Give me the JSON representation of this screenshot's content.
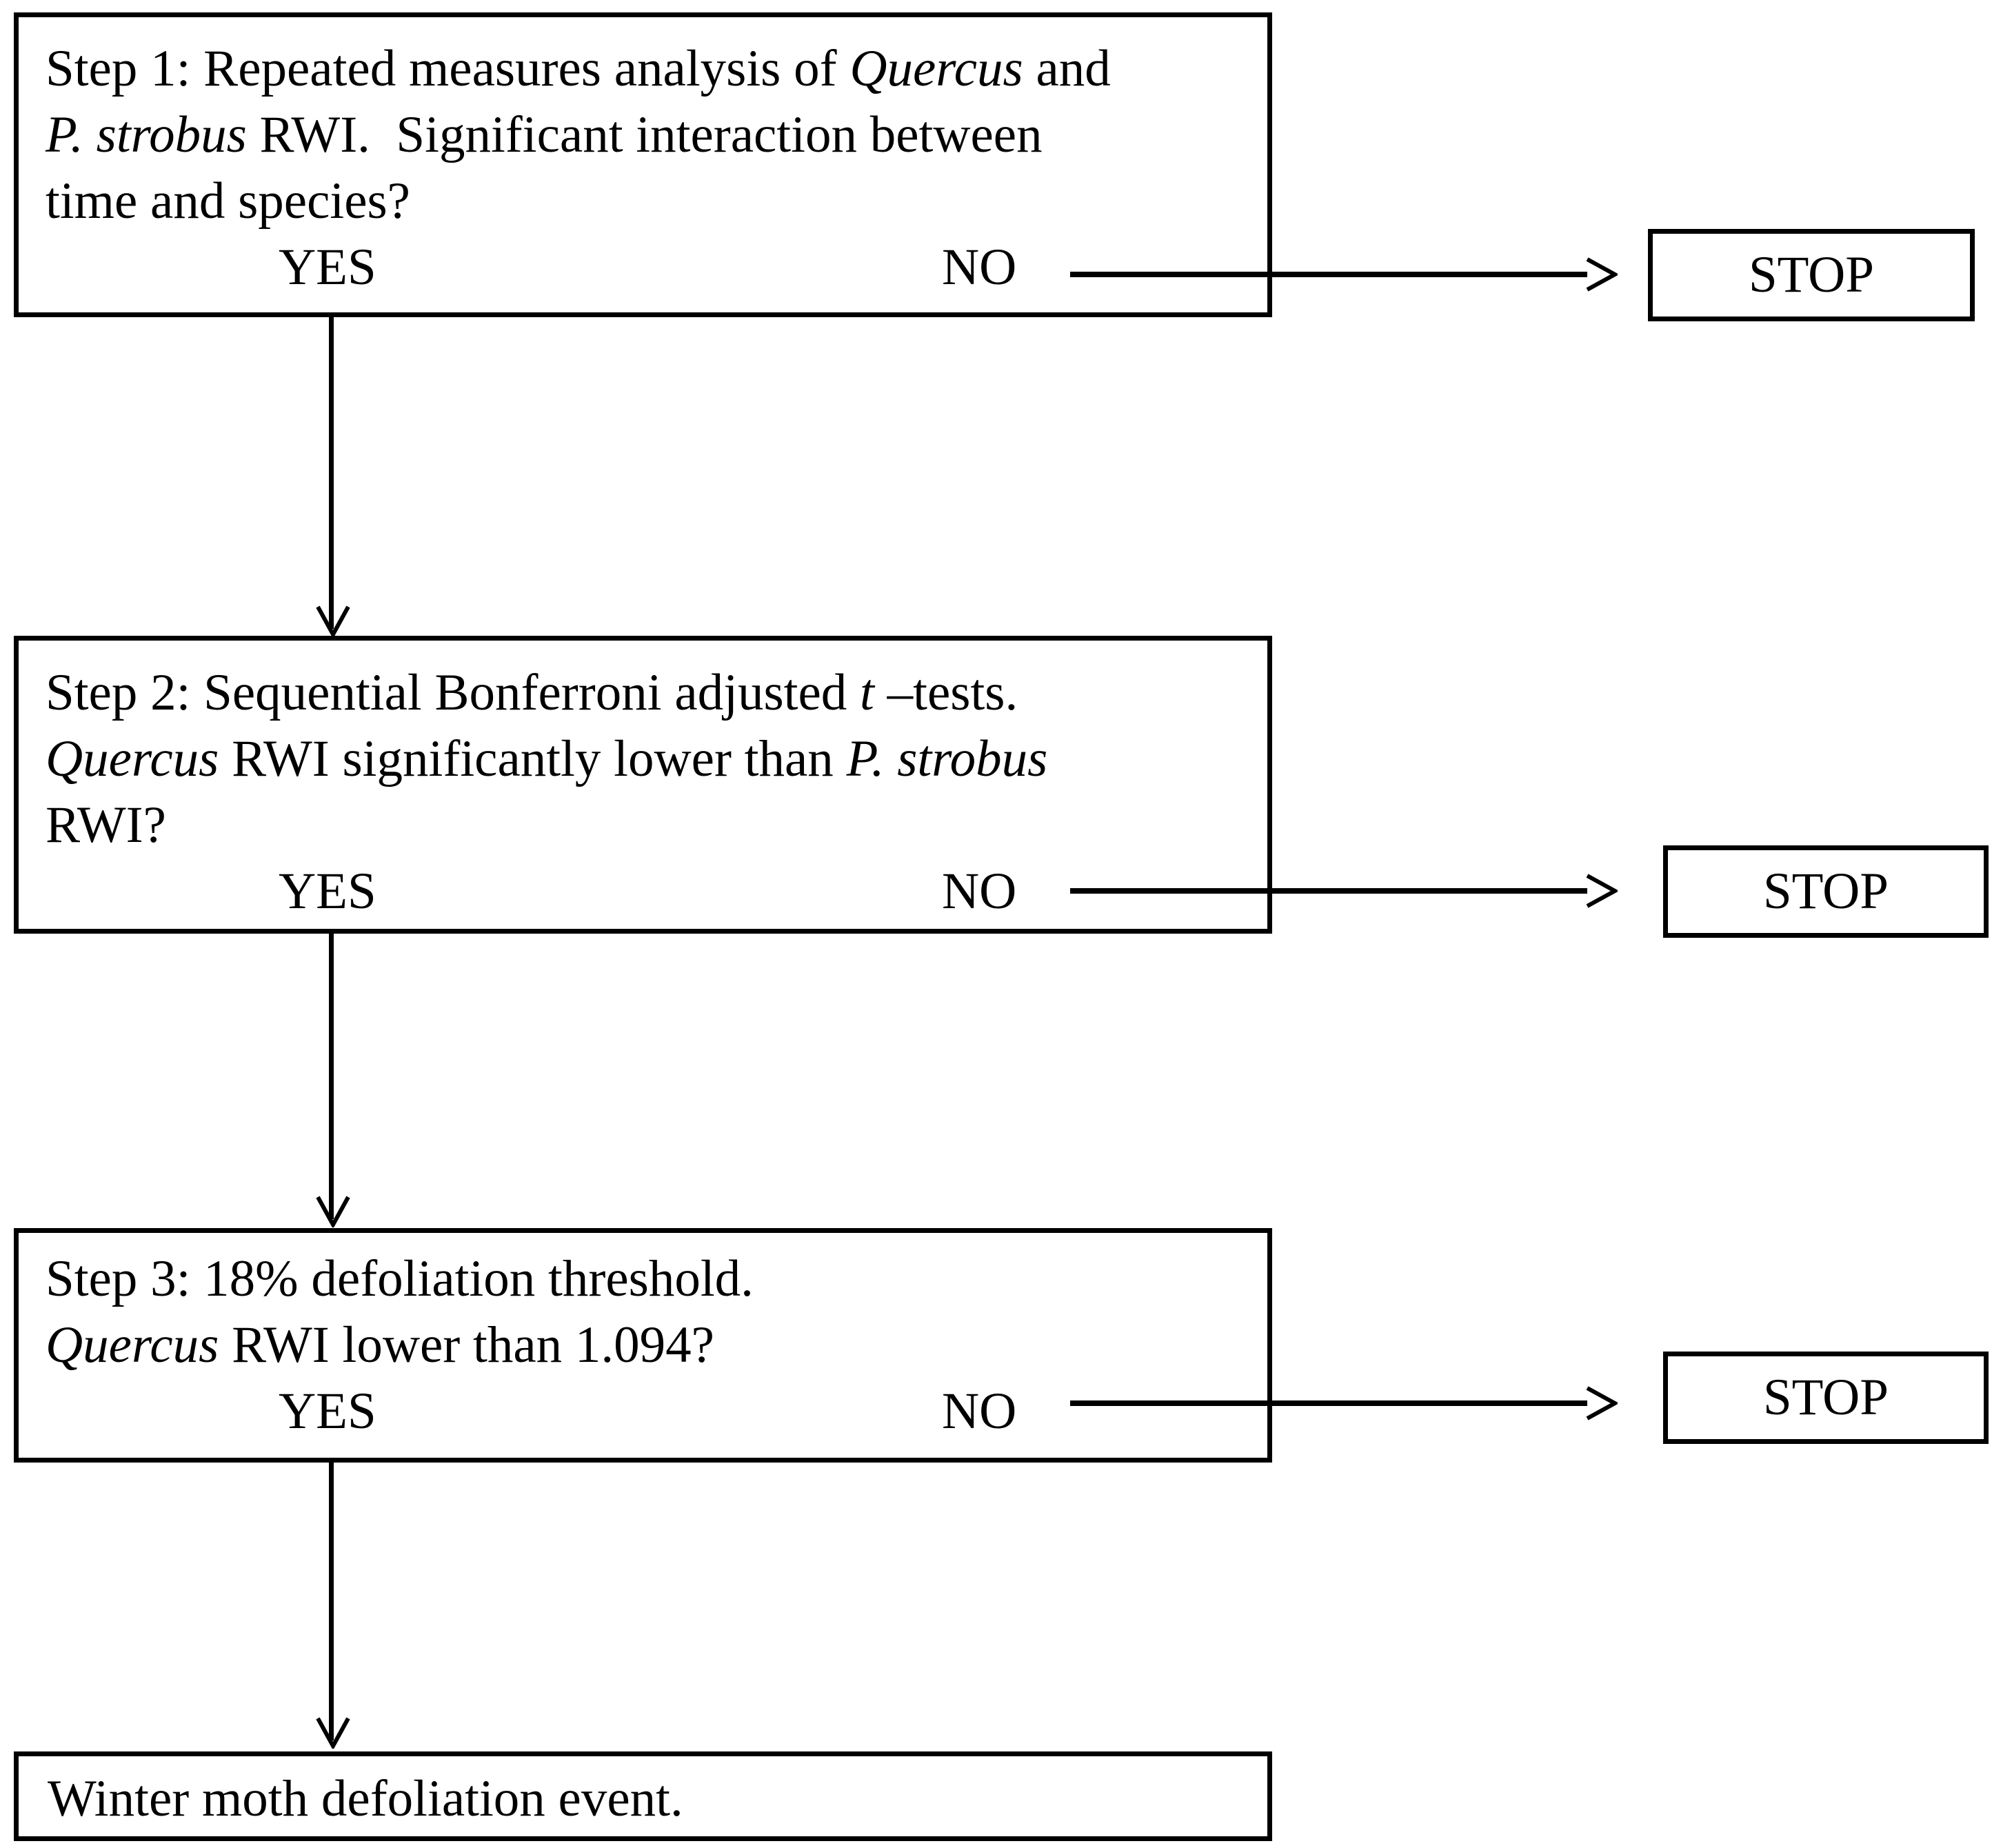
{
  "diagram": {
    "background_color": "#ffffff",
    "line_color": "#000000",
    "text_color": "#000000",
    "stop_label": "STOP",
    "steps": [
      {
        "name": "step-1",
        "lines": [
          [
            {
              "t": "Step 1: Repeated measures analysis of "
            },
            {
              "t": "Quercus",
              "i": true
            },
            {
              "t": " and"
            }
          ],
          [
            {
              "t": "P. strobus",
              "i": true
            },
            {
              "t": " RWI.  Significant interaction between"
            }
          ],
          [
            {
              "t": "time and species?"
            }
          ]
        ],
        "yes_label": "YES",
        "no_label": "NO",
        "no_target": "STOP",
        "yes_target": "step-2"
      },
      {
        "name": "step-2",
        "lines": [
          [
            {
              "t": "Step 2: Sequential Bonferroni adjusted "
            },
            {
              "t": "t",
              "i": true
            },
            {
              "t": " –tests."
            }
          ],
          [
            {
              "t": "Quercus",
              "i": true
            },
            {
              "t": " RWI significantly lower than "
            },
            {
              "t": "P. strobus",
              "i": true
            }
          ],
          [
            {
              "t": "RWI?"
            }
          ]
        ],
        "yes_label": "YES",
        "no_label": "NO",
        "no_target": "STOP",
        "yes_target": "step-3"
      },
      {
        "name": "step-3",
        "lines": [
          [
            {
              "t": "Step 3: 18% defoliation threshold."
            }
          ],
          [
            {
              "t": "Quercus",
              "i": true
            },
            {
              "t": " RWI lower than 1.094?"
            }
          ]
        ],
        "yes_label": "YES",
        "no_label": "NO",
        "no_target": "STOP",
        "yes_target": "outcome"
      }
    ],
    "outcome": {
      "lines": [
        [
          {
            "t": "Winter moth defoliation event."
          }
        ]
      ]
    }
  }
}
